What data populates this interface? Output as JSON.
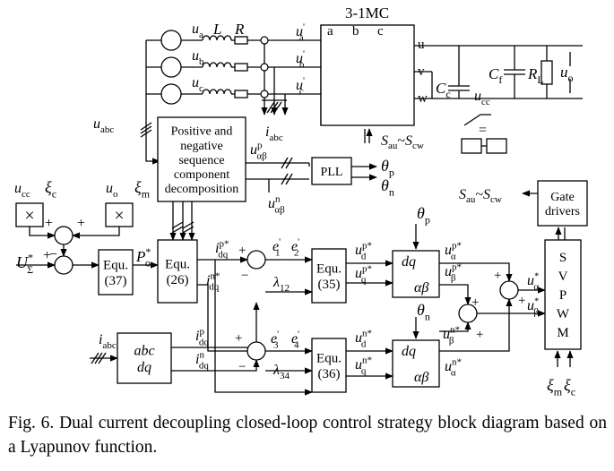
{
  "figure": {
    "caption": "Fig. 6. Dual current decoupling closed-loop control strategy block diagram based on a Lyapunov function.",
    "converter_label": "3-1MC",
    "matrix_columns": [
      "a",
      "b",
      "c"
    ],
    "matrix_rows": [
      "u",
      "v",
      "w"
    ],
    "source_voltages": [
      {
        "main": "u",
        "sub": "a"
      },
      {
        "main": "u",
        "sub": "b"
      },
      {
        "main": "u",
        "sub": "c"
      }
    ],
    "converter_inputs": [
      {
        "main": "u",
        "sub": "a",
        "sup": "'"
      },
      {
        "main": "u",
        "sub": "b",
        "sup": "'"
      },
      {
        "main": "u",
        "sub": "c",
        "sup": "'"
      }
    ],
    "line_inductor": "L",
    "line_resistor": "R",
    "abc_voltage": {
      "main": "u",
      "sub": "abc"
    },
    "abc_current": {
      "main": "i",
      "sub": "abc"
    },
    "cap_c": {
      "main": "C",
      "sub": "c"
    },
    "ucc": {
      "main": "u",
      "sub": "cc"
    },
    "cap_f": {
      "main": "C",
      "sub": "f"
    },
    "load_r": {
      "main": "R",
      "sub": "L"
    },
    "output_voltage": {
      "main": "u",
      "sub": "o"
    },
    "switch_label": "S",
    "switch_sub_start": "au",
    "switch_sep": "~",
    "switch_sub_end": "cw",
    "sequence_block": [
      "Positive and",
      "negative",
      "sequence",
      "component",
      "decomposition"
    ],
    "pll_block": "PLL",
    "gate_block": [
      "Gate",
      "drivers"
    ],
    "svpwm_letters": [
      "S",
      "V",
      "P",
      "W",
      "M"
    ],
    "equ37": [
      "Equ.",
      "(37)"
    ],
    "equ26": [
      "Equ.",
      "(26)"
    ],
    "equ35": [
      "Equ.",
      "(35)"
    ],
    "equ36": [
      "Equ.",
      "(36)"
    ],
    "abc_block": [
      "abc",
      "dq"
    ],
    "dq_ab": [
      "dq",
      "αβ"
    ],
    "u_pos_ab": {
      "main": "u",
      "sub": "αβ",
      "sup": "p"
    },
    "u_neg_ab": {
      "main": "u",
      "sub": "αβ",
      "sup": "n"
    },
    "theta_p": {
      "main": "θ",
      "sub": "p"
    },
    "theta_n": {
      "main": "θ",
      "sub": "n"
    },
    "p_ref": {
      "main": "P",
      "sub": "o",
      "sup": "*"
    },
    "u_sigma": {
      "main": "U",
      "sub": "Σ",
      "sup": "*"
    },
    "u_cc_ref": {
      "main": "u",
      "sub": "cc"
    },
    "xi_c": {
      "main": "ξ",
      "sub": "c"
    },
    "u_o_ref": {
      "main": "u",
      "sub": "o"
    },
    "xi_m": {
      "main": "ξ",
      "sub": "m"
    },
    "idq_p_ref": {
      "main": "i",
      "sub": "dq",
      "sup": "p*"
    },
    "idq_n_ref": {
      "main": "i",
      "sub": "dq",
      "sup": "n*"
    },
    "idq_p": {
      "main": "i",
      "sub": "dq",
      "sup": "p"
    },
    "idq_n": {
      "main": "i",
      "sub": "dq",
      "sup": "n"
    },
    "e1": {
      "main": "e",
      "sub": "1",
      "sup": "'"
    },
    "e2": {
      "main": "e",
      "sub": "2",
      "sup": "'"
    },
    "e3": {
      "main": "e",
      "sub": "3",
      "sup": "'"
    },
    "e4": {
      "main": "e",
      "sub": "4",
      "sup": "'"
    },
    "lambda12": {
      "main": "λ",
      "sub": "12"
    },
    "lambda34": {
      "main": "λ",
      "sub": "34"
    },
    "ud_p": {
      "main": "u",
      "sub": "d",
      "sup": "p*"
    },
    "uq_p": {
      "main": "u",
      "sub": "q",
      "sup": "p*"
    },
    "ud_n": {
      "main": "u",
      "sub": "d",
      "sup": "n*"
    },
    "uq_n": {
      "main": "u",
      "sub": "q",
      "sup": "n*"
    },
    "ualpha_p": {
      "main": "u",
      "sub": "α",
      "sup": "p*"
    },
    "ubeta_p": {
      "main": "u",
      "sub": "β",
      "sup": "p*"
    },
    "ubeta_n": {
      "main": "u",
      "sub": "β",
      "sup": "n*"
    },
    "ualpha_n": {
      "main": "u",
      "sub": "α",
      "sup": "n*"
    },
    "ualpha_ref": {
      "main": "u",
      "sub": "α",
      "sup": "*"
    },
    "ubeta_ref": {
      "main": "u",
      "sub": "β",
      "sup": "*"
    },
    "xi_m2": {
      "main": "ξ",
      "sub": "m"
    },
    "xi_c2": {
      "main": "ξ",
      "sub": "c"
    },
    "plus": "+",
    "minus": "−",
    "eq_sign": "="
  }
}
